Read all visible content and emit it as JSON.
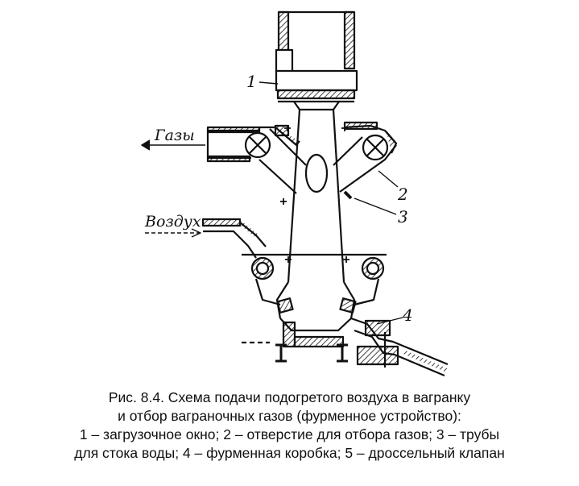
{
  "labels": {
    "gases": "Газы",
    "air": "Воздух",
    "n1": "1",
    "n2": "2",
    "n3": "3",
    "n4": "4"
  },
  "caption": {
    "line1": "Рис. 8.4. Схема подачи подогретого воздуха в вагранку",
    "line2": "и отбор ваграночных газов (фурменное устройство):",
    "line3": "1 – загрузочное окно; 2 – отверстие для отбора газов; 3 – трубы",
    "line4": "для стока воды; 4 – фурменная коробка; 5 – дроссельный клапан"
  }
}
